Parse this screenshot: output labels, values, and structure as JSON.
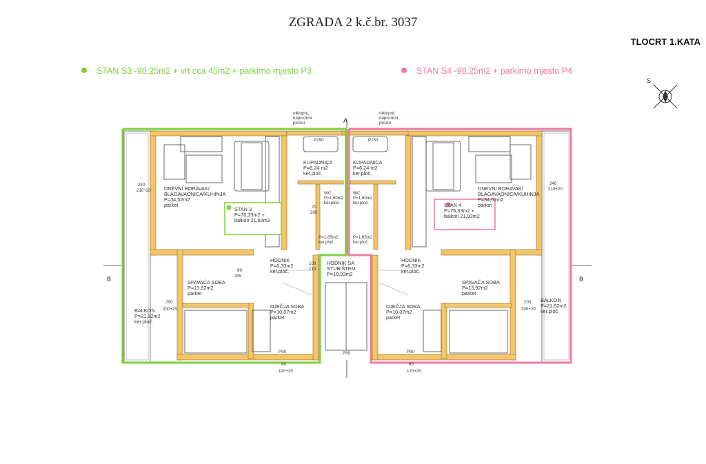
{
  "header": {
    "title": "ZGRADA 2 k.č.br. 3037",
    "subtitle": "TLOCRT 1.KATA"
  },
  "legend": {
    "s3": {
      "text": "STAN S3 -98,25m2 + vrt cca 45m2 + parkirno mjesto P3",
      "color": "#7dd23c"
    },
    "s4": {
      "text": "STAN S4 -98,25m2 + parkirno mjesto P4",
      "color": "#f07aa0"
    }
  },
  "compass": {
    "label": "S"
  },
  "notes": {
    "window_left": [
      "otklopni,",
      "neprozirni",
      "prozor"
    ],
    "window_right": [
      "otklopni,",
      "neprozirni",
      "prozor"
    ],
    "section_a": "A",
    "section_b": "B"
  },
  "rooms": {
    "living_left": [
      "DNEVNI BORAVAK/",
      "BLAGAVAONICA/KUHINJA",
      "P=34,52m2",
      "parket"
    ],
    "living_right": [
      "DNEVNI BORAVAK/",
      "BLAGAVAONICA/KUHINJA",
      "P=34,52m2",
      "parket"
    ],
    "bath_left": [
      "KUPAONICA",
      "P=6,24 m2",
      "ker.ploč."
    ],
    "bath_right": [
      "KUPAONICA",
      "P=6,24 m2",
      "ker.ploč."
    ],
    "wc_left": [
      "WC",
      "P=1,60m2",
      "ker.ploč."
    ],
    "wc_right": [
      "WC",
      "P=1,60m2",
      "ker.ploč."
    ],
    "closet_left": [
      "P=1,65m2",
      "ker.ploč."
    ],
    "closet_right": [
      "P=1,65m2",
      "ker.ploč."
    ],
    "hall_left": [
      "HODNIK",
      "P=6,33m2",
      "ker.ploč."
    ],
    "hall_right": [
      "HODNIK",
      "P=6,33m2",
      "ker.ploč."
    ],
    "stair": [
      "HODNIK SA",
      "STUBIŠTEM",
      "P=10,93m2"
    ],
    "bed_left": [
      "SPAVAĆA SOBA",
      "P=13,92m2",
      "parket"
    ],
    "bed_right": [
      "SPAVAĆA SOBA",
      "P=13,92m2",
      "parket"
    ],
    "kid_left": [
      "DJEČJA SOBA",
      "P=10,07m2",
      "parket"
    ],
    "kid_right": [
      "DJEČJA SOBA",
      "P=10,07m2",
      "parket"
    ],
    "balcony_left": [
      "BALKON",
      "P=21,92m2",
      "ker.ploč."
    ],
    "balcony_right": [
      "BALKON",
      "P=21,92m2",
      "ker.ploč."
    ]
  },
  "units": {
    "s3": {
      "lines": [
        "STAN 3",
        "P=76,33m2 +",
        "balkon 21,92m2"
      ],
      "color": "#7dd23c"
    },
    "s4": {
      "lines": [
        "STAN 4",
        "P=76,33m2 +",
        "balkon 21,92m2"
      ],
      "color": "#f07aa0"
    }
  },
  "dims": {
    "w240l": "240",
    "w21020l": "210+20",
    "w240r": "240",
    "w21020r": "210+20",
    "w200l": "200",
    "w20020l": "200+20",
    "w200r": "200",
    "w20020r": "200+20",
    "p150l": "P150",
    "p150r": "P150",
    "p90l": "P90",
    "p90r": "P90",
    "p50": "P50",
    "b80l": "80",
    "b12020l": "120+20",
    "b80r": "80",
    "b12020r": "120+20",
    "d70": "70",
    "d205": "205",
    "d90": "90",
    "d100": "100",
    "d210": "210"
  }
}
